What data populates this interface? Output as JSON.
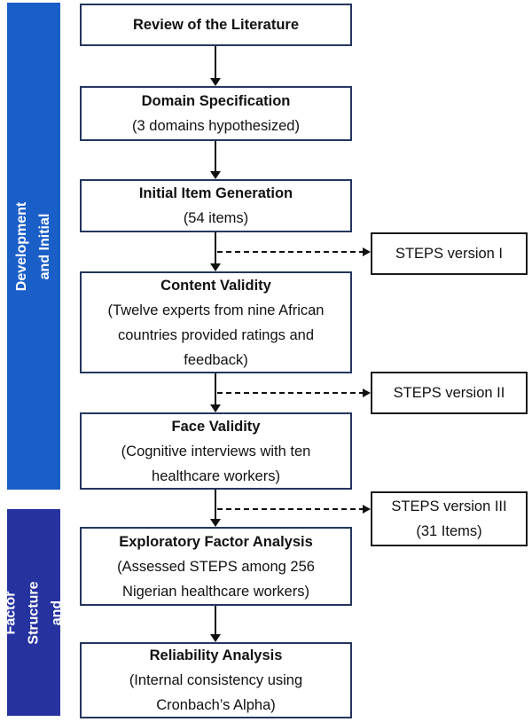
{
  "colors": {
    "ink": "#111111",
    "bar1_bg": "#1a5ec8",
    "bar2_bg": "#2632a0",
    "main_box_border": "#24365e",
    "side_box_border": "#1a1a1a",
    "bar_text": "#ffffff",
    "page_bg": "#ffffff"
  },
  "phases": [
    {
      "label": "Item Development and Initial Validity"
    },
    {
      "label": "Evaluating Factor\nStructure and Reliability"
    }
  ],
  "flow_boxes": [
    {
      "title": "Review of the Literature",
      "subtitle": ""
    },
    {
      "title": "Domain Specification",
      "subtitle": "(3 domains hypothesized)"
    },
    {
      "title": "Initial Item Generation",
      "subtitle": "(54 items)"
    },
    {
      "title": "Content Validity",
      "subtitle": "(Twelve experts from nine African\ncountries provided ratings and\nfeedback)"
    },
    {
      "title": "Face Validity",
      "subtitle": "(Cognitive interviews with ten\nhealthcare workers)"
    },
    {
      "title": "Exploratory Factor Analysis",
      "subtitle": "(Assessed STEPS among 256\nNigerian healthcare workers)"
    },
    {
      "title": "Reliability Analysis",
      "subtitle": "(Internal consistency using\nCronbach’s Alpha)"
    }
  ],
  "side_boxes": [
    {
      "text": "STEPS version I"
    },
    {
      "text": "STEPS version II"
    },
    {
      "text": "STEPS version III\n(31 Items)"
    }
  ]
}
